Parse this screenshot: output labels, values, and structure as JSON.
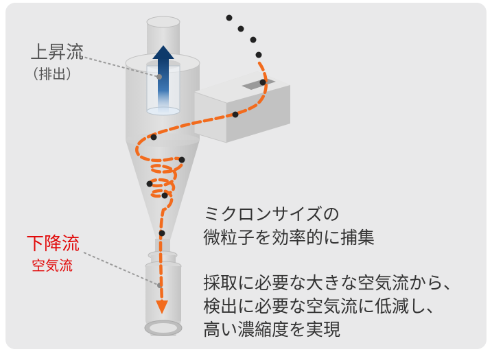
{
  "labels": {
    "upflow_title": "上昇流",
    "upflow_sub": "（排出）",
    "downflow_title": "下降流",
    "downflow_sub": "空気流"
  },
  "description": {
    "line1a": "ミクロンサイズの",
    "line1b": "微粒子を効率的に捕集",
    "line2a": "採取に必要な大きな空気流から、",
    "line2b": "検出に必要な空気流に低減し、",
    "line2c": "高い濃縮度を実現"
  },
  "colors": {
    "background_panel": "#e9e9ea",
    "flow_path": "#f26b1d",
    "particle": "#222222",
    "upflow_arrow": "#0e3a6b",
    "downflow_label": "#e10a0a",
    "cyclone_body": "#d6d6d6"
  },
  "icons": [
    "cyclone-separator-illustration",
    "upflow-arrow-icon",
    "downflow-arrow-icon"
  ]
}
